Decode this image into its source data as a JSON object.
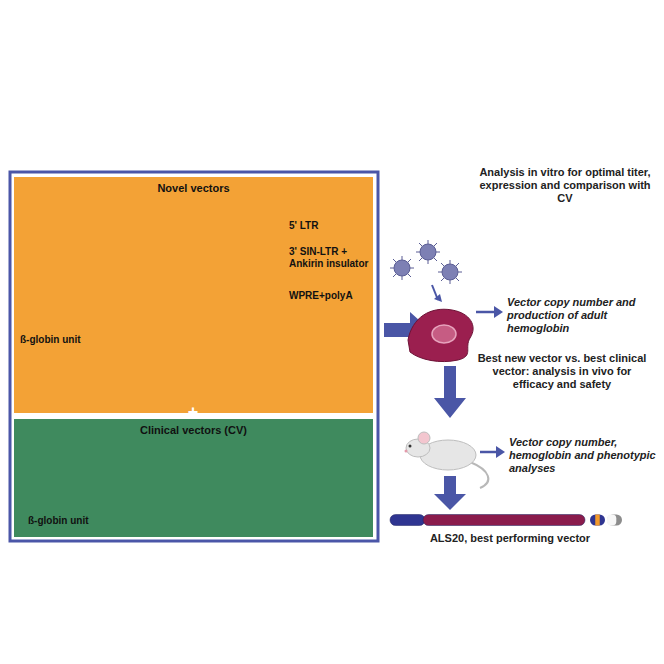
{
  "diagram": {
    "nodes": [
      {
        "text": [
          "Novel vectors"
        ]
      },
      {
        "text": [
          "Clinical vectors (CV)"
        ]
      }
    ],
    "labels": [
      "+",
      "ß-globin unit",
      "ß-globin unit",
      "Analysis in vitro for optimal titer, expression and comparison with CV",
      "Vector copy number and production of adult hemoglobin",
      "Best new vector vs. best clinical vector: analysis in vivo for efficacy and safety",
      "Vector copy number, hemoglobin and phenotypic analyses",
      "ALS20, best performing vector"
    ],
    "legend": [
      {
        "text": "5' LTR"
      },
      {
        "text": "3' SIN-LTR + Ankirin insulator"
      },
      {
        "text": "WPRE+polyA"
      }
    ]
  }
}
